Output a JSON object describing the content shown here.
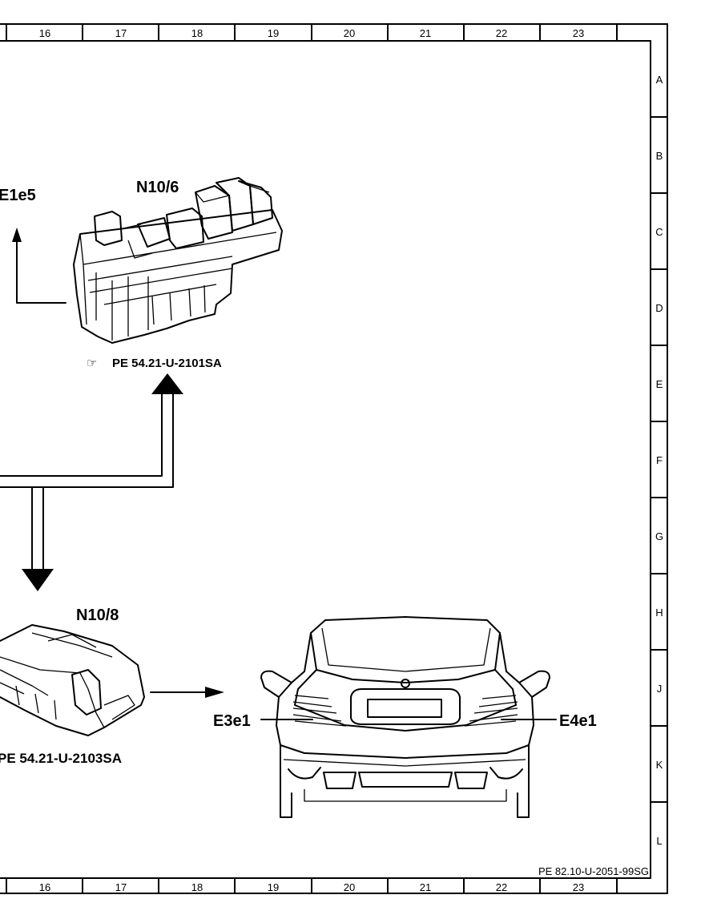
{
  "grid": {
    "columns": [
      "16",
      "17",
      "18",
      "19",
      "20",
      "21",
      "22",
      "23"
    ],
    "rows": [
      "A",
      "B",
      "C",
      "D",
      "E",
      "F",
      "G",
      "H",
      "J",
      "K",
      "L"
    ]
  },
  "components": {
    "top_left_label": "E1e5",
    "relay_module_label": "N10/6",
    "relay_module_ref": "PE 54.21-U-2101SA",
    "lower_module_label": "N10/8",
    "lower_module_ref": "PE 54.21-U-2103SA",
    "left_lamp_label": "E3e1",
    "right_lamp_label": "E4e1"
  },
  "footer": {
    "drawing_number": "PE 82.10-U-2051-99SG"
  },
  "icons": {
    "reference": "pointing-hand-icon"
  }
}
